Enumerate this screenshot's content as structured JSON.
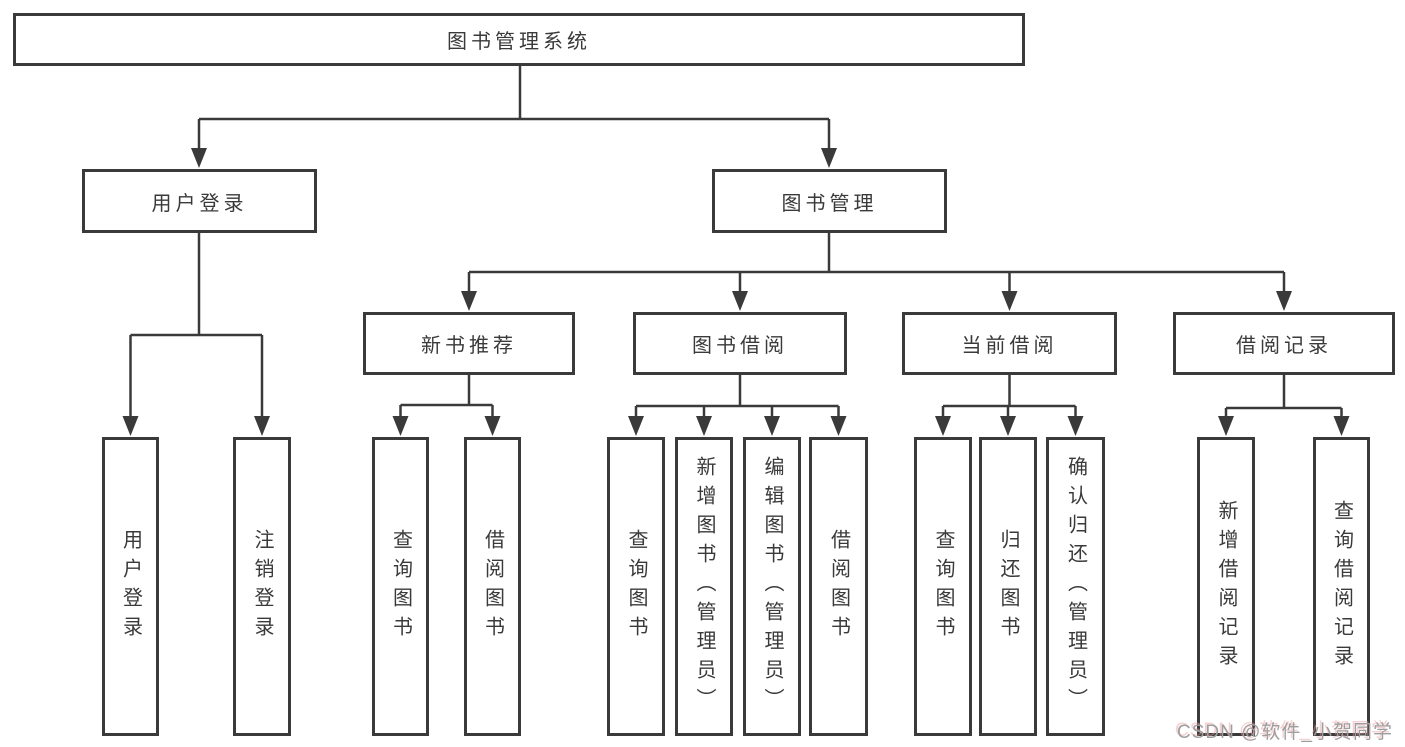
{
  "diagram": {
    "root": "图书管理系统",
    "user_login": {
      "label": "用户登录",
      "children": [
        "用户登录",
        "注销登录"
      ]
    },
    "book_mgmt": {
      "label": "图书管理",
      "children": [
        {
          "label": "新书推荐",
          "children": [
            "查询图书",
            "借阅图书"
          ]
        },
        {
          "label": "图书借阅",
          "children": [
            "查询图书",
            "新增图书（管理员）",
            "编辑图书（管理员）",
            "借阅图书"
          ]
        },
        {
          "label": "当前借阅",
          "children": [
            "查询图书",
            "归还图书",
            "确认归还（管理员）"
          ]
        },
        {
          "label": "借阅记录",
          "children": [
            "新增借阅记录",
            "查询借阅记录"
          ]
        }
      ]
    }
  },
  "watermark": {
    "text": "CSDN @软件_小贺同学"
  },
  "colors": {
    "line": "#3a3a3a",
    "text": "#3a3a3a",
    "background": "#ffffff",
    "watermark": "#9e9e9e"
  }
}
